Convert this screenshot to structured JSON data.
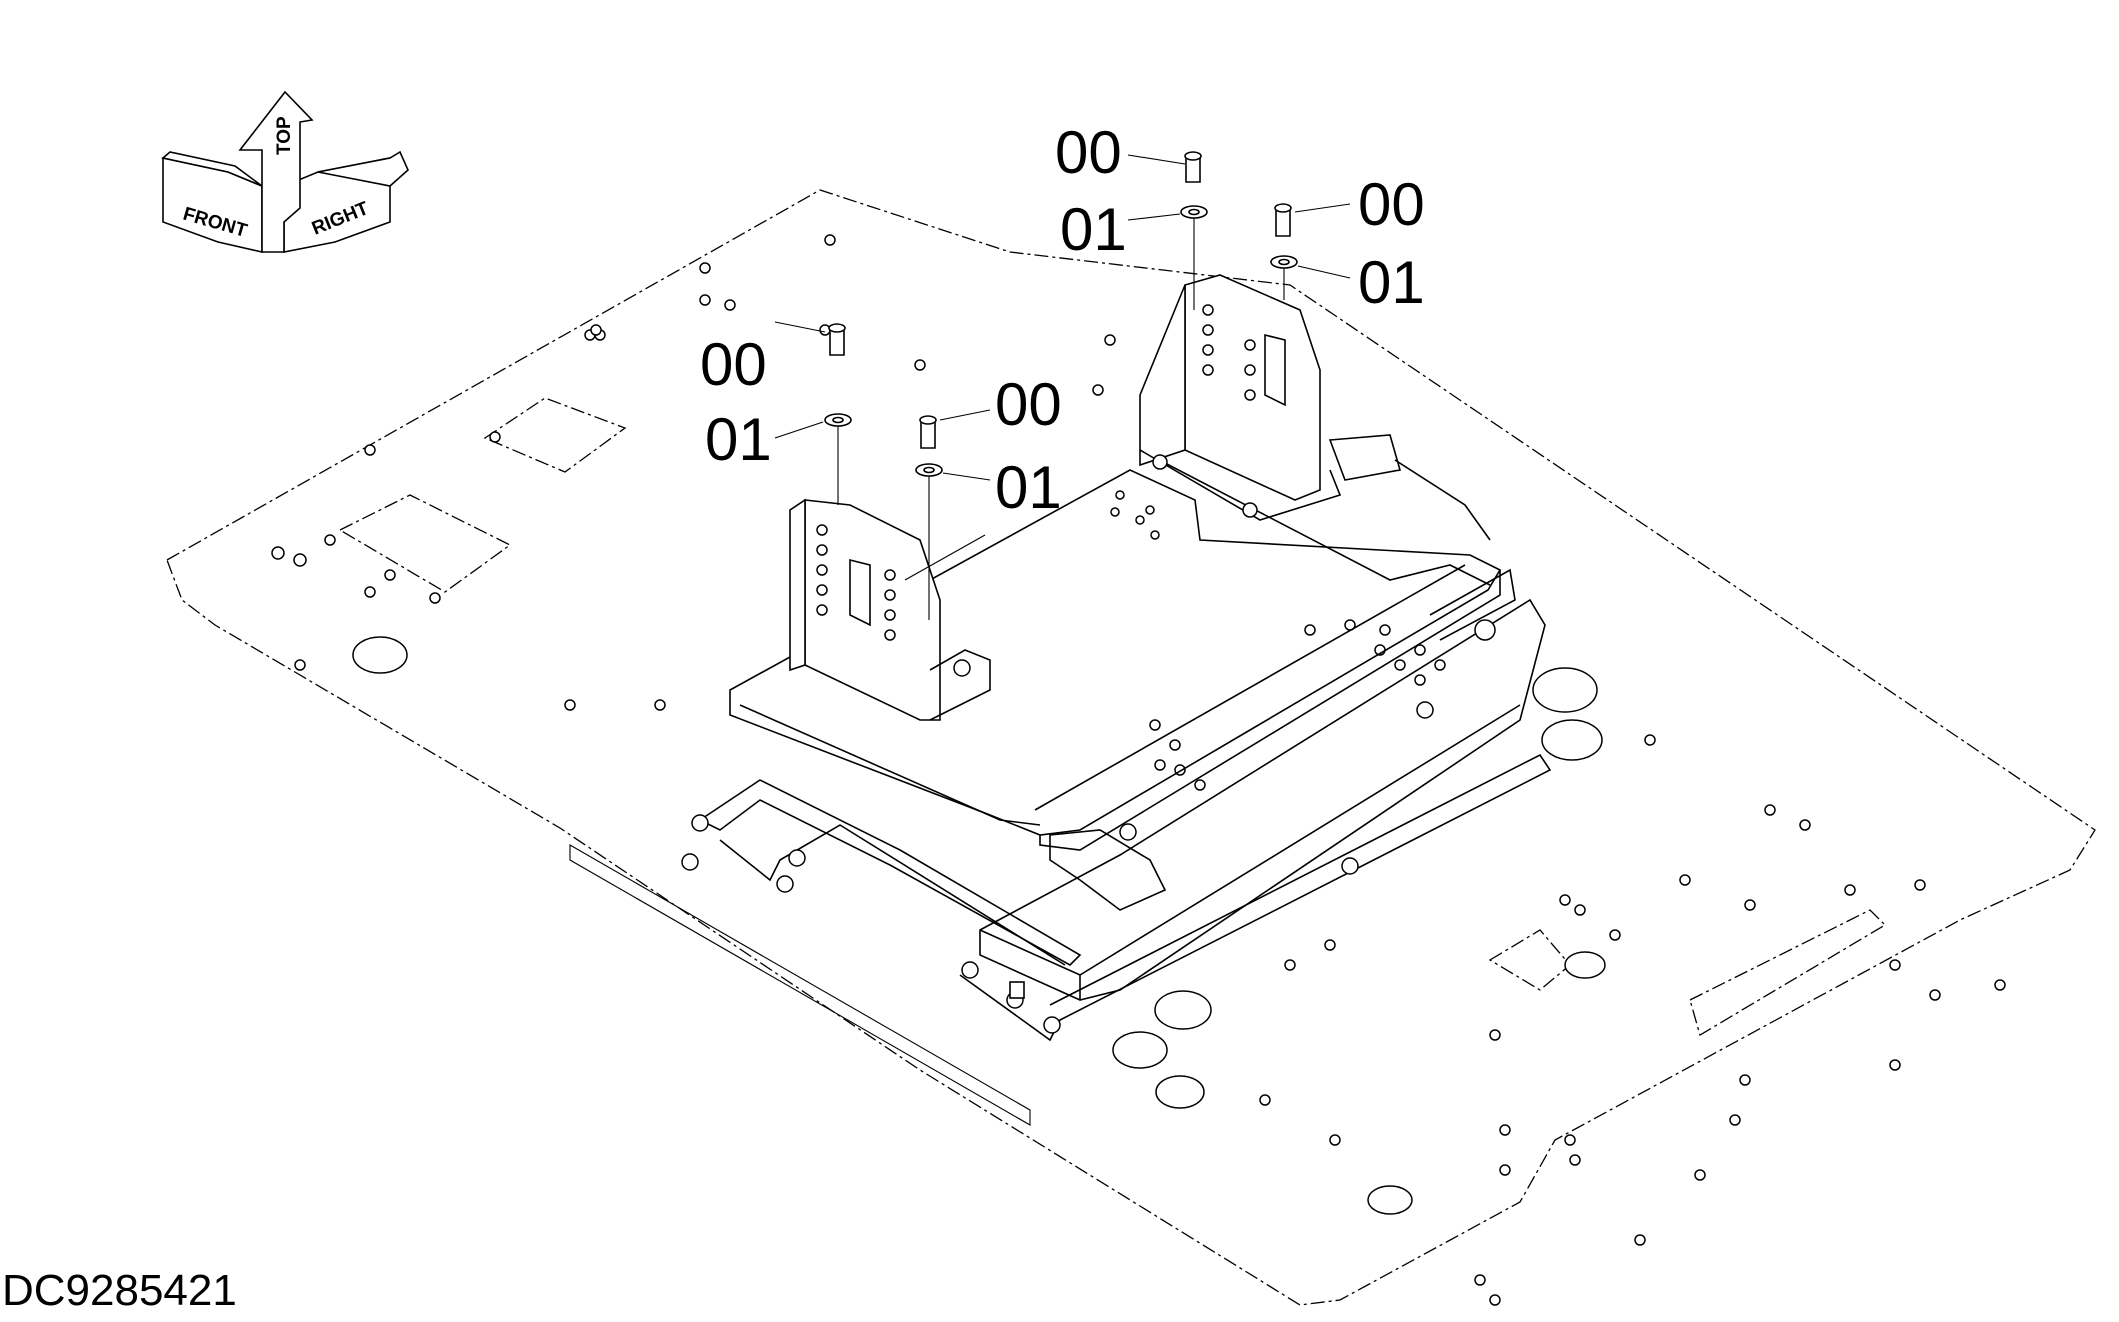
{
  "diagram": {
    "drawing_id": "DC9285421",
    "orientation": {
      "front": "FRONT",
      "top": "TOP",
      "right": "RIGHT"
    },
    "callouts": {
      "c1": "00",
      "c2": "01",
      "c3": "00",
      "c4": "01",
      "c5": "00",
      "c6": "01",
      "c7": "00",
      "c8": "01"
    }
  }
}
